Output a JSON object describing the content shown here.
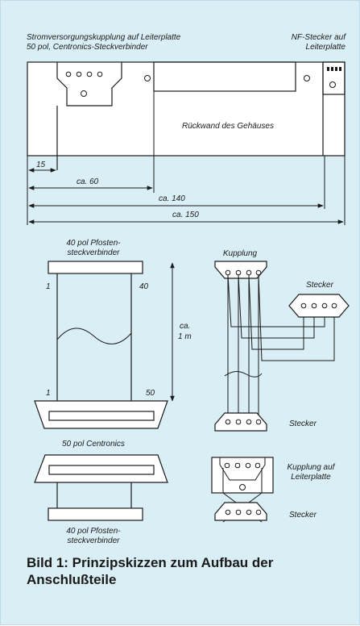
{
  "top": {
    "label_power_coupling_1": "Stromversorgungskupplung auf Leiterplatte",
    "label_power_coupling_2": "50 pol, Centronics-Steckverbinder",
    "label_nf_1": "NF-Stecker auf",
    "label_nf_2": "Leiterplatte",
    "label_rear_wall": "Rückwand des Gehäuses",
    "dims": [
      "15",
      "ca. 60",
      "ca. 140",
      "ca. 150"
    ]
  },
  "left_cable": {
    "header_top_1": "40 pol Pfosten-",
    "header_top_2": "steckverbinder",
    "pin_1_top": "1",
    "pin_40": "40",
    "pin_1_bottom": "1",
    "pin_50": "50",
    "length_1": "ca.",
    "length_2": "1 m",
    "centronics": "50 pol Centronics",
    "header_bottom_1": "40 pol Pfosten-",
    "header_bottom_2": "steckverbinder"
  },
  "right_cable": {
    "kupplung": "Kupplung",
    "stecker_right": "Stecker",
    "stecker_bottom": "Stecker",
    "kupplung_lp_1": "Kupplung auf",
    "kupplung_lp_2": "Leiterplatte",
    "stecker_lp": "Stecker"
  },
  "caption": {
    "line1": "Bild 1: Prinzipskizzen zum Aufbau der",
    "line2": "Anschlußteile"
  }
}
